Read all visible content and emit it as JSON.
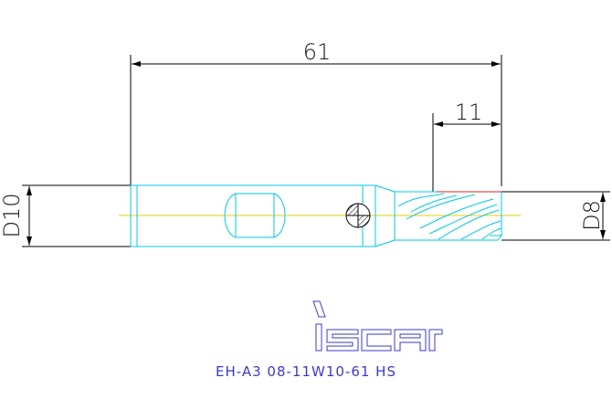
{
  "dimensions": {
    "overall_length": "61",
    "flute_length": "11",
    "shank_diameter": "D10",
    "cutting_diameter": "D8"
  },
  "brand": {
    "logo_text": "iscar",
    "designation": "EH-A3 08-11W10-61 HS"
  },
  "colors": {
    "dimension_lines": "#000000",
    "tool_outline": "#00c8e6",
    "centerline": "#e6d200",
    "section_hatch": "#000000",
    "logo": "#3a3acd",
    "edge_highlight": "#d02020"
  }
}
